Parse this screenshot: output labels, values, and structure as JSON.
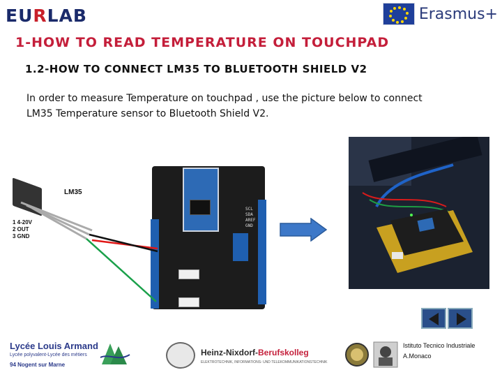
{
  "header": {
    "logo_part1": "EU",
    "logo_part2": "R",
    "logo_part3": "LAB",
    "erasmus_text": "Erasmus+"
  },
  "content": {
    "title_main": "1-How to read Temperature on Touchpad",
    "title_sub": "1.2-How to connect LM35 to Bluetooth Shield V2",
    "paragraph_line1": "In order to measure Temperature on touchpad , use the picture below to connect",
    "paragraph_line2": "LM35 Temperature sensor to Bluetooth Shield V2."
  },
  "diagram": {
    "sensor_label": "LM35",
    "pin1": "1 4-20V",
    "pin2": "2 OUT",
    "pin3": "3 GND",
    "board_labels": [
      "SCL",
      "SDA",
      "AREF",
      "GND"
    ],
    "wire_colors": {
      "red": "#e01818",
      "black": "#111111",
      "green": "#1aa04a"
    }
  },
  "navigation": {
    "prev_icon": "nav-prev-icon",
    "next_icon": "nav-next-icon"
  },
  "footer": {
    "armand_name": "Lycée Louis Armand",
    "armand_sub": "Lycée polyvalent-Lycée des métiers",
    "armand_city": "94 Nogent sur Marne",
    "hnbk_part1": "Heinz-Nixdorf-",
    "hnbk_part2": "Berufskolleg",
    "hnbk_sub": "ELEKTROTECHNIK, INFORMATIONS- UND TELEKOMMUNIKATIONSTECHNIK",
    "iti_line1": "Istituto Tecnico Industriale",
    "iti_line2": " A.Monaco"
  },
  "colors": {
    "title_red": "#c41e3a",
    "eurlab_blue": "#1a2a6a",
    "shield_blue": "#1f5fb0"
  }
}
